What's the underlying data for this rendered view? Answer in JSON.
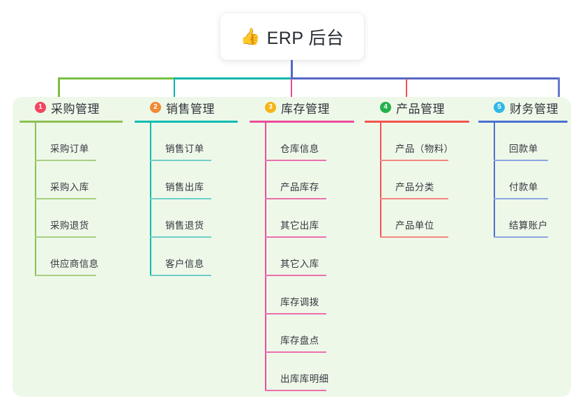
{
  "root": {
    "icon": "thumbs-up-icon",
    "emoji": "👍",
    "title": "ERP 后台"
  },
  "palette": {
    "panel_bg": "#eef8e9",
    "page_bg": "#ffffff",
    "text": "#33383f",
    "connector_green": "#7ac043",
    "connector_teal": "#09b7ac",
    "connector_blue": "#5566c4",
    "connector_pink": "#ec4899",
    "connector_red": "#f4534d",
    "connector_indigo": "#6878d0"
  },
  "columns": [
    {
      "index": "1",
      "title": "采购管理",
      "badge_color": "#f4455f",
      "line_color": "#8cc152",
      "leaf_line_color": "#a8cf82",
      "items": [
        {
          "label": "采购订单"
        },
        {
          "label": "采购入库"
        },
        {
          "label": "采购退货"
        },
        {
          "label": "供应商信息"
        }
      ]
    },
    {
      "index": "2",
      "title": "销售管理",
      "badge_color": "#f08a34",
      "line_color": "#09bdb0",
      "leaf_line_color": "#6fcfc8",
      "items": [
        {
          "label": "销售订单"
        },
        {
          "label": "销售出库"
        },
        {
          "label": "销售退货"
        },
        {
          "label": "客户信息"
        }
      ]
    },
    {
      "index": "3",
      "title": "库存管理",
      "badge_color": "#f5b417",
      "line_color": "#ed4a9b",
      "leaf_line_color": "#ec6fae",
      "items": [
        {
          "label": "仓库信息"
        },
        {
          "label": "产品库存"
        },
        {
          "label": "其它出库"
        },
        {
          "label": "其它入库"
        },
        {
          "label": "库存调拨"
        },
        {
          "label": "库存盘点"
        },
        {
          "label": "出库库明细"
        }
      ]
    },
    {
      "index": "4",
      "title": "产品管理",
      "badge_color": "#22b24c",
      "line_color": "#f4534d",
      "leaf_line_color": "#f5867f",
      "items": [
        {
          "label": "产品（物料）"
        },
        {
          "label": "产品分类"
        },
        {
          "label": "产品单位"
        }
      ]
    },
    {
      "index": "5",
      "title": "财务管理",
      "badge_color": "#30b7e8",
      "line_color": "#4a6fd0",
      "leaf_line_color": "#8ba5de",
      "items": [
        {
          "label": "回款单"
        },
        {
          "label": "付款单"
        },
        {
          "label": "结算账户"
        }
      ]
    }
  ]
}
